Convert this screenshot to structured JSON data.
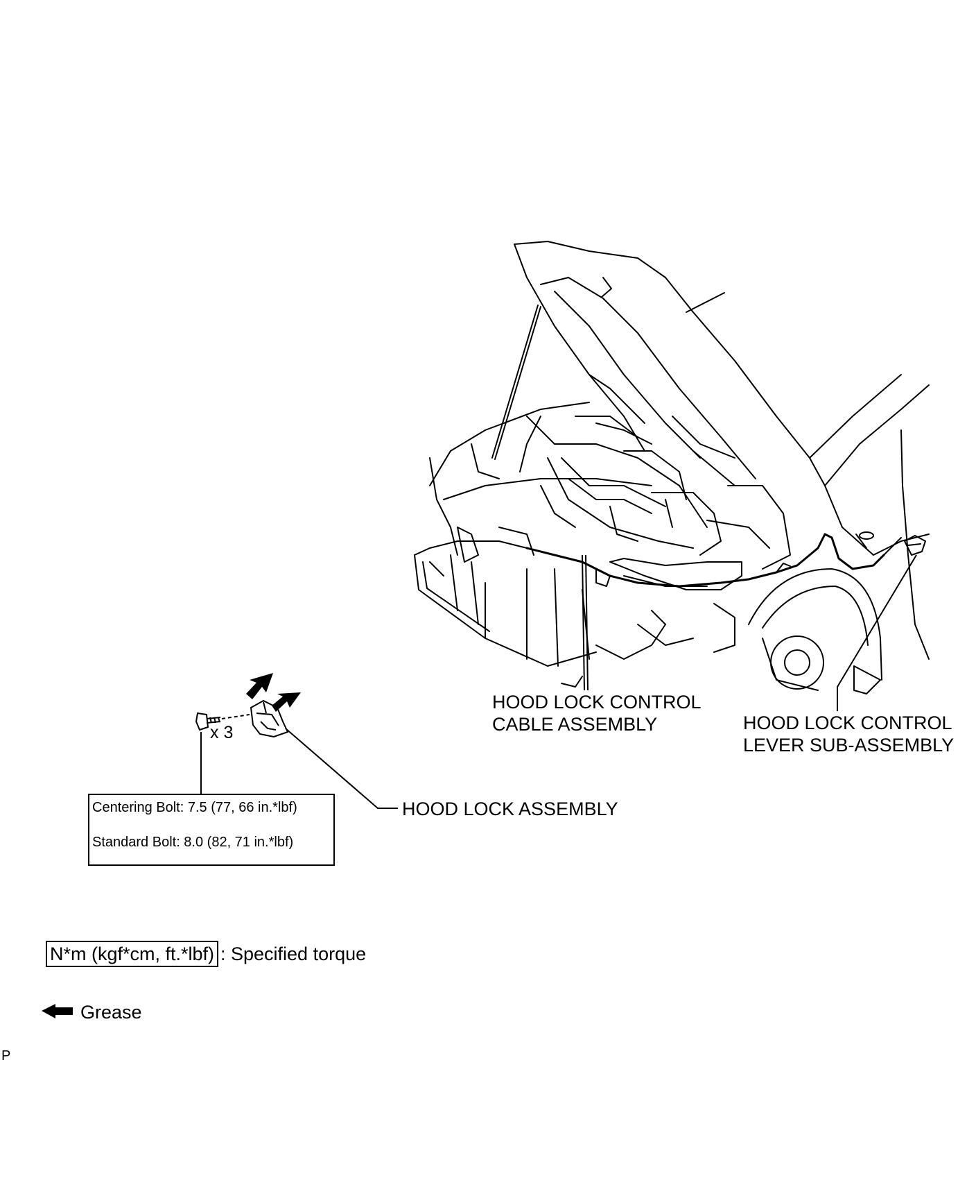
{
  "labels": {
    "cable_line1": "HOOD LOCK CONTROL",
    "cable_line2": "CABLE ASSEMBLY",
    "lever_line1": "HOOD LOCK CONTROL",
    "lever_line2": "LEVER SUB-ASSEMBLY",
    "hood_lock": "HOOD LOCK ASSEMBLY",
    "bolt_count": "x 3"
  },
  "torque": {
    "centering": "Centering Bolt: 7.5 (77, 66 in.*lbf)",
    "standard": "Standard Bolt: 8.0 (82, 71 in.*lbf)"
  },
  "legend": {
    "torque_unit": "N*m (kgf*cm, ft.*lbf)",
    "torque_text": ": Specified torque",
    "grease_text": "Grease"
  },
  "corner_mark": "P",
  "icons": [
    "grease-arrow-icon",
    "bolt-icon",
    "hood-lock-part-icon",
    "vehicle-illustration"
  ]
}
